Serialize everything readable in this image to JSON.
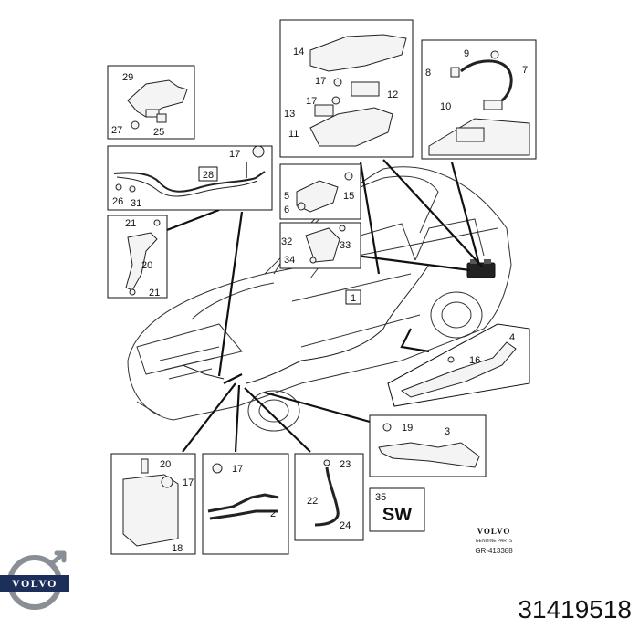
{
  "brand": {
    "logo_text": "VOLVO",
    "logo_sub": "GENUINE PARTS",
    "bottom_logo_text": "VOLVO"
  },
  "diagram": {
    "reference": "GR-413388",
    "part_number": "31419518",
    "marker_sw": "SW",
    "main_callout": "1"
  },
  "callouts": {
    "box_tl": [
      "29",
      "27",
      "25"
    ],
    "box_wire": [
      "17",
      "28",
      "26",
      "31"
    ],
    "box_bracket_l": [
      "21",
      "20",
      "21"
    ],
    "box_top": [
      "14",
      "17",
      "17",
      "12",
      "13",
      "11"
    ],
    "box_battery": [
      "9",
      "8",
      "7",
      "10"
    ],
    "box_clip": [
      "5",
      "6",
      "15"
    ],
    "box_mount": [
      "32",
      "33",
      "34"
    ],
    "box_right": [
      "4",
      "16"
    ],
    "box_right_low": [
      "19",
      "3"
    ],
    "box_bot1": [
      "20",
      "17",
      "18"
    ],
    "box_bot2": [
      "17",
      "2"
    ],
    "box_bot3": [
      "23",
      "22",
      "24"
    ],
    "box_sw": [
      "35"
    ]
  }
}
